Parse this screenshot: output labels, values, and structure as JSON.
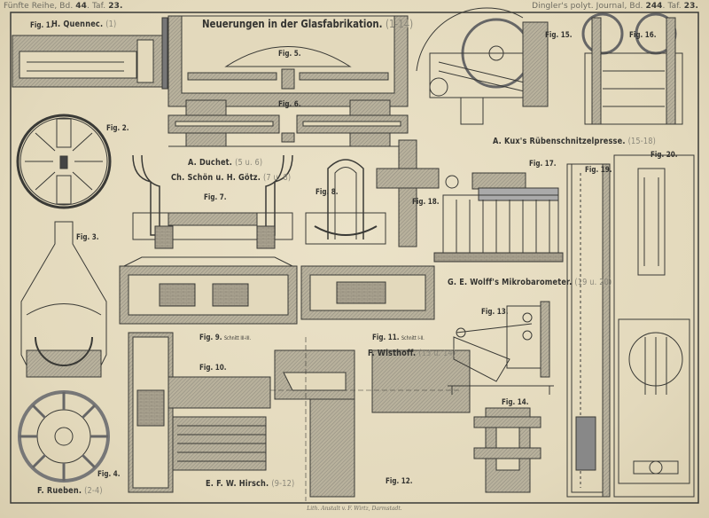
{
  "header": {
    "left_prefix": "Fünfte Reihe, Bd.",
    "left_volume": "44",
    "left_mid": ". Taf.",
    "left_plate": "23.",
    "right_prefix": "Dingler's polyt. Journal, Bd.",
    "right_volume": "244",
    "right_mid": ". Taf.",
    "right_plate": "23."
  },
  "title": {
    "text": "Neuerungen in der Glasfabrikation.",
    "ref": "(1-14)"
  },
  "sections": [
    {
      "name": "H. Quennec.",
      "ref": "(1)"
    },
    {
      "name": "A. Duchet.",
      "ref": "(5 u. 6)"
    },
    {
      "name": "Ch. Schön u. H. Götz.",
      "ref": "(7 u. 8)"
    },
    {
      "name": "A. Kux's Rübenschnitzelpresse.",
      "ref": "(15-18)"
    },
    {
      "name": "G. E. Wolff's Mikrobarometer.",
      "ref": "(19 u. 20)"
    },
    {
      "name": "F. Wisthoff.",
      "ref": "(13 u. 14)"
    },
    {
      "name": "F. Rueben.",
      "ref": "(2-4)"
    },
    {
      "name": "E. F. W. Hirsch.",
      "ref": "(9-12)"
    }
  ],
  "figures": [
    {
      "label": "Fig. 1."
    },
    {
      "label": "Fig. 2."
    },
    {
      "label": "Fig. 3."
    },
    {
      "label": "Fig. 4."
    },
    {
      "label": "Fig. 5."
    },
    {
      "label": "Fig. 6."
    },
    {
      "label": "Fig. 7."
    },
    {
      "label": "Fig. 8."
    },
    {
      "label": "Fig. 9.",
      "sub": "Schnitt III-III."
    },
    {
      "label": "Fig. 10."
    },
    {
      "label": "Fig. 11.",
      "sub": "Schnitt I-II."
    },
    {
      "label": "Fig. 12."
    },
    {
      "label": "Fig. 13."
    },
    {
      "label": "Fig. 14."
    },
    {
      "label": "Fig. 15."
    },
    {
      "label": "Fig. 16."
    },
    {
      "label": "Fig. 17."
    },
    {
      "label": "Fig. 18."
    },
    {
      "label": "Fig. 19."
    },
    {
      "label": "Fig. 20."
    }
  ],
  "credit": "Lith. Anstalt v. F. Wirtz, Darmstadt.",
  "colors": {
    "paper": "#e6dcc0",
    "ink": "#3a3a36",
    "hatch": "#8f8b7e"
  }
}
